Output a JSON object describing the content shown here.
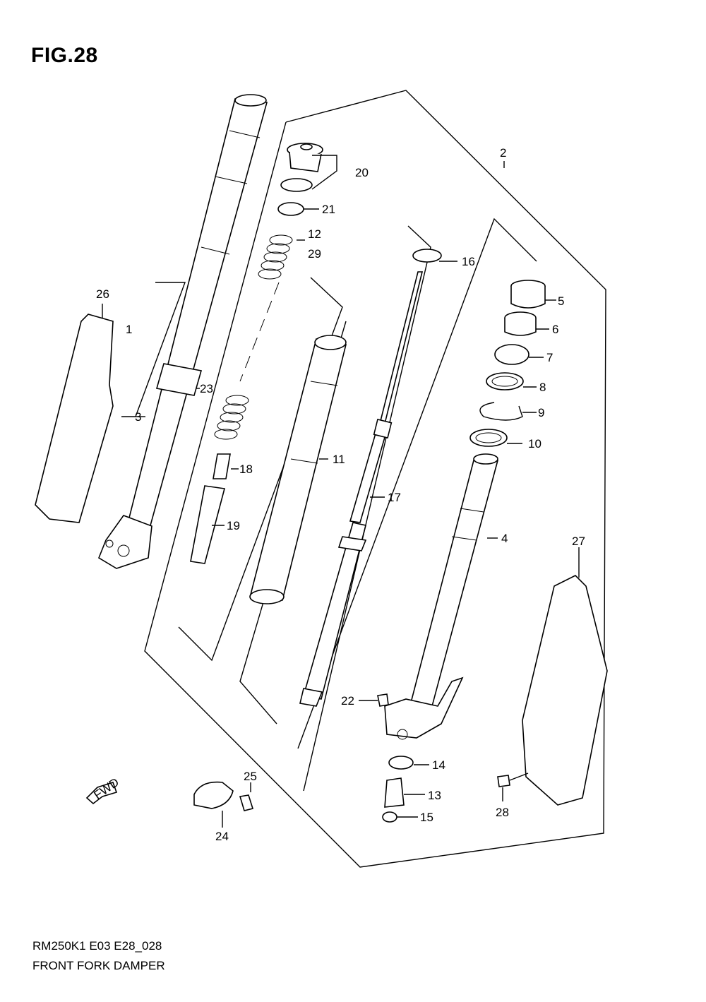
{
  "figure": {
    "title": "FIG.28",
    "code": "RM250K1 E03 E28_028",
    "caption": "FRONT FORK DAMPER"
  },
  "fwd_label": "FWD",
  "callouts": [
    {
      "id": "c2",
      "text": "2"
    },
    {
      "id": "c20",
      "text": "20"
    },
    {
      "id": "c21",
      "text": "21"
    },
    {
      "id": "c12",
      "text": "12"
    },
    {
      "id": "c29",
      "text": "29"
    },
    {
      "id": "c16",
      "text": "16"
    },
    {
      "id": "c26",
      "text": "26"
    },
    {
      "id": "c1",
      "text": "1"
    },
    {
      "id": "c23",
      "text": "23"
    },
    {
      "id": "c3",
      "text": "3"
    },
    {
      "id": "c5",
      "text": "5"
    },
    {
      "id": "c6",
      "text": "6"
    },
    {
      "id": "c7",
      "text": "7"
    },
    {
      "id": "c8",
      "text": "8"
    },
    {
      "id": "c9",
      "text": "9"
    },
    {
      "id": "c10",
      "text": "10"
    },
    {
      "id": "c18",
      "text": "18"
    },
    {
      "id": "c11",
      "text": "11"
    },
    {
      "id": "c17",
      "text": "17"
    },
    {
      "id": "c19",
      "text": "19"
    },
    {
      "id": "c4",
      "text": "4"
    },
    {
      "id": "c27",
      "text": "27"
    },
    {
      "id": "c22",
      "text": "22"
    },
    {
      "id": "c14",
      "text": "14"
    },
    {
      "id": "c25",
      "text": "25"
    },
    {
      "id": "c13",
      "text": "13"
    },
    {
      "id": "c15",
      "text": "15"
    },
    {
      "id": "c28",
      "text": "28"
    },
    {
      "id": "c24",
      "text": "24"
    }
  ]
}
